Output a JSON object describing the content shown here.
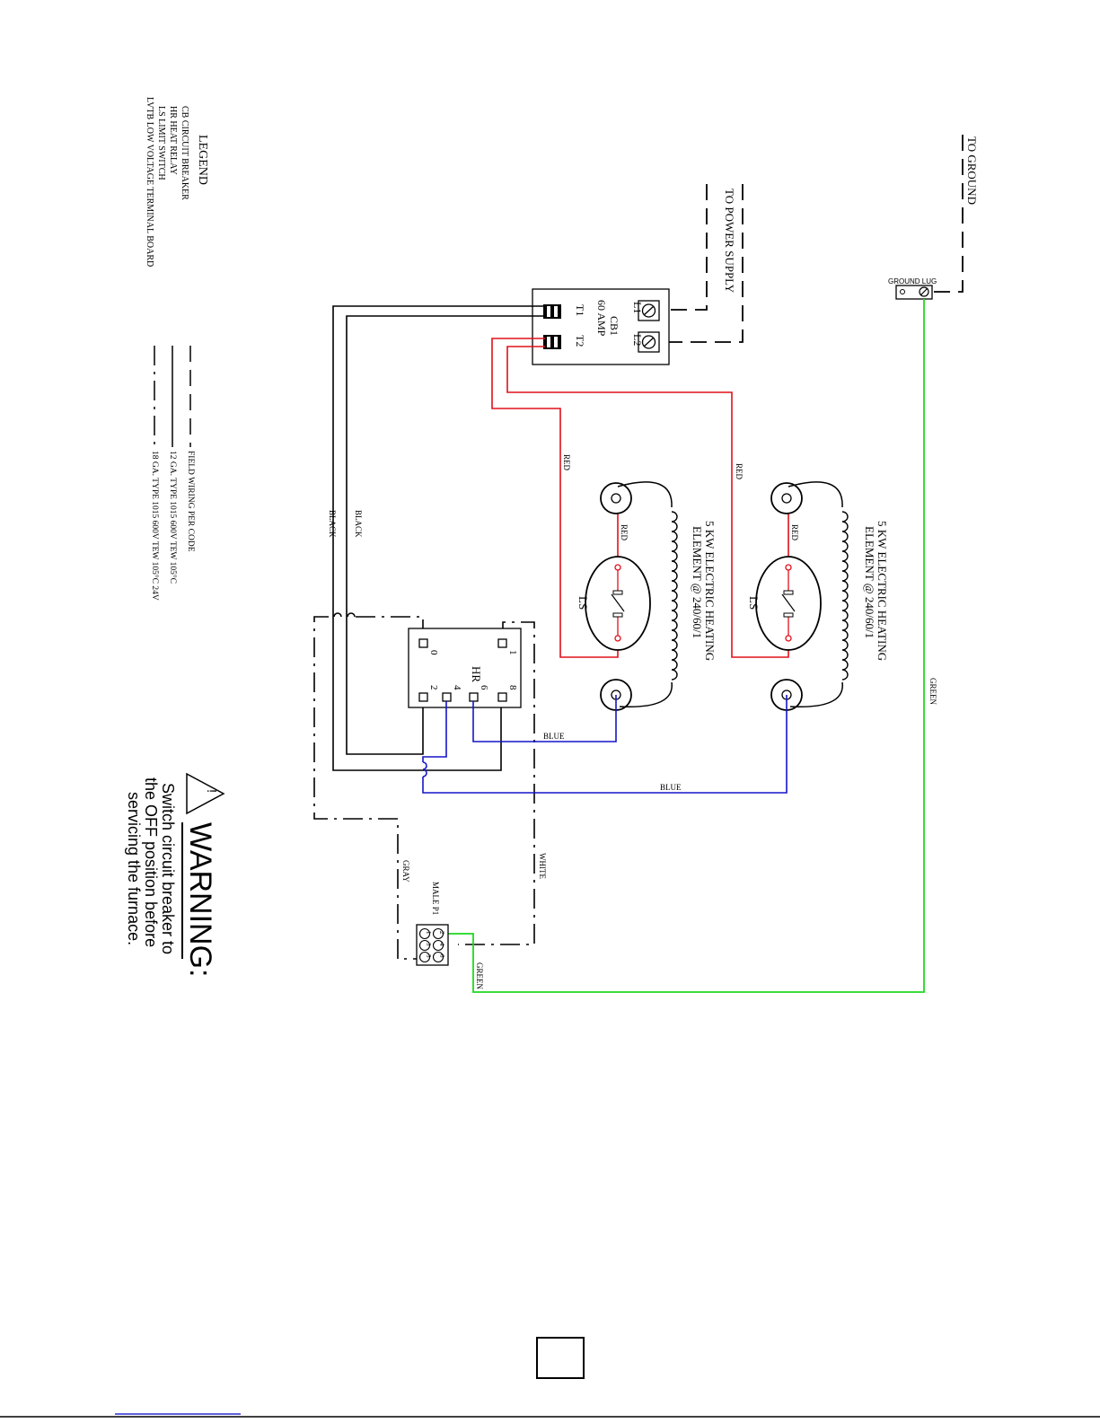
{
  "legend": {
    "title": "LEGEND",
    "items": [
      "CB   CIRCUIT BREAKER",
      "HR   HEAT RELAY",
      "LS   LIMIT SWITCH",
      "LVTB  LOW VOLTAGE TERMINAL BOARD"
    ],
    "line_types": [
      "FIELD WIRING PER CODE",
      "12 GA. TYPE 1015 600V TEW 105°C",
      "18 GA. TYPE 1015 600V TEW 105°C  24V"
    ]
  },
  "supply": {
    "power": "TO POWER SUPPLY",
    "ground": "TO GROUND",
    "ground_lug": "GROUND LUG"
  },
  "breaker": {
    "name": "CB1",
    "rating": "60 AMP",
    "terminals": [
      "L1",
      "L2",
      "T1",
      "T2"
    ]
  },
  "elements": [
    {
      "label1": "5 KW ELECTRIC HEATING",
      "label2": "ELEMENT @ 240/60/1",
      "switch": "LS"
    },
    {
      "label1": "5 KW ELECTRIC HEATING",
      "label2": "ELEMENT @ 240/60/1",
      "switch": "LS"
    }
  ],
  "relay": {
    "name": "HR",
    "terminals": [
      "0",
      "1",
      "2",
      "4",
      "6",
      "8"
    ]
  },
  "wires": {
    "red": "RED",
    "black": "BLACK",
    "blue": "BLUE",
    "green": "GREEN",
    "white": "WHITE",
    "gray": "GRAY"
  },
  "plug": {
    "name": "MALE P1",
    "pins": [
      "1",
      "2",
      "3",
      "4",
      "5",
      "6"
    ]
  },
  "warning": {
    "title": "WARNING:",
    "symbol": "!",
    "lines": [
      "Switch circuit breaker to",
      "the OFF position before",
      "servicing the furnace."
    ]
  },
  "colors": {
    "red": "#e0101a",
    "blue": "#1515c8",
    "green": "#1ed81e",
    "black": "#000000",
    "footer_line": "#2b2bd0"
  }
}
